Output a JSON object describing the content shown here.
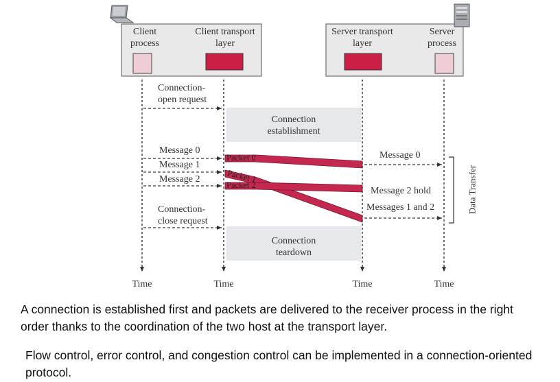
{
  "columns": {
    "client_process": "Client\nprocess",
    "client_transport": "Client transport\nlayer",
    "server_transport": "Server transport\nlayer",
    "server_process": "Server\nprocess"
  },
  "time_labels": [
    "Time",
    "Time",
    "Time",
    "Time"
  ],
  "client_events": {
    "open_request": "Connection-\nopen request",
    "messages": [
      "Message 0",
      "Message 1",
      "Message 2"
    ],
    "close_request": "Connection-\nclose request"
  },
  "packets": [
    "Packet 0",
    "Packet 1",
    "Packet 2"
  ],
  "phases": {
    "establishment": "Connection\nestablishment",
    "teardown": "Connection\nteardown"
  },
  "server_events": {
    "message0": "Message 0",
    "hold": "Message 2 hold",
    "deliver": "Messages 1 and 2"
  },
  "bracket_label": "Data Transfer",
  "captions": [
    "A connection is established first and packets are delivered to the receiver process in the right order thanks to the coordination of the two host at the transport layer.",
    "Flow control, error control, and congestion control can be implemented in a connection-oriented protocol."
  ],
  "colors": {
    "process_box": "#efcdd4",
    "transport_box": "#cc1f47",
    "packet_band": "#c4284f",
    "phase_band": "#e6e8ec",
    "host_panel": "#e9e9ea"
  },
  "icons": [
    "laptop-icon",
    "server-tower-icon"
  ]
}
